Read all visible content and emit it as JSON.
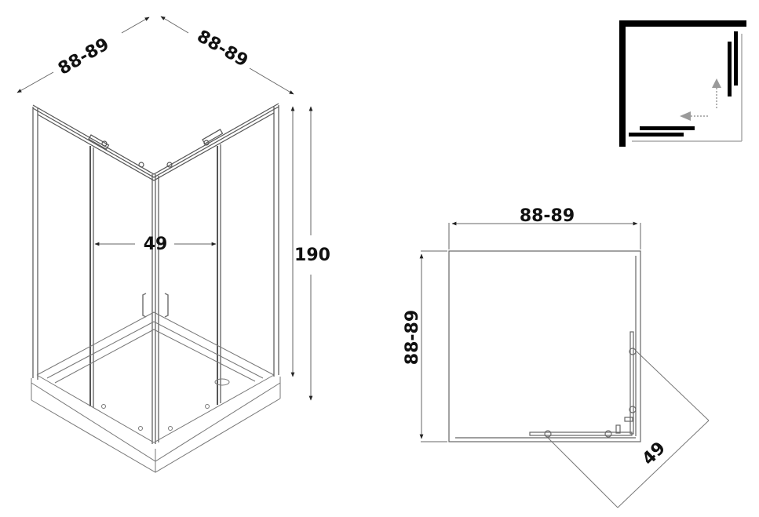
{
  "iso_view": {
    "width_left_label": "88-89",
    "width_right_label": "88-89",
    "height_label": "190",
    "door_opening_label": "49"
  },
  "plan_view": {
    "width_label": "88-89",
    "depth_label": "88-89",
    "door_opening_label": "49"
  },
  "icon": {
    "name": "corner-sliding-door-icon",
    "wall_color": "#000000",
    "arrow_color": "#9a9a9a"
  },
  "colors": {
    "line": "#555555",
    "light_line": "#888888",
    "text": "#111111"
  }
}
